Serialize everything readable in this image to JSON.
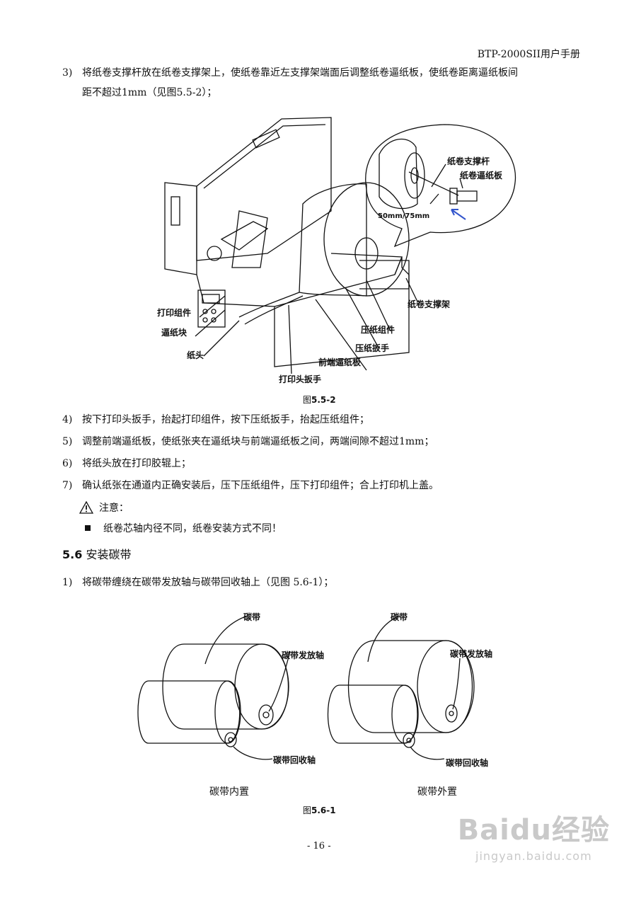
{
  "header": {
    "manual_title": "BTP-2000SII用户手册"
  },
  "steps_a": [
    {
      "num": "3)",
      "text": "将纸卷支撑杆放在纸卷支撑架上，使纸卷靠近左支撑架端面后调整纸卷逼纸板，使纸卷距离逼纸板间",
      "cont": "距不超过1mm（见图5.5-2）；"
    }
  ],
  "figure1": {
    "caption_prefix": "图",
    "caption_num": "5.5-2",
    "callouts": {
      "roll_rod": "纸卷支撑杆",
      "roll_guide": "纸卷逼纸板",
      "dimension": "50mm/75mm",
      "roll_holder": "纸卷支撑架",
      "print_assembly": "打印组件",
      "paper_block": "逼纸块",
      "paper_head": "纸头",
      "press_assembly": "压纸组件",
      "press_lever": "压纸扳手",
      "front_guide": "前端逼纸板",
      "head_lever": "打印头扳手"
    }
  },
  "steps_b": [
    {
      "num": "4)",
      "text": "按下打印头扳手，抬起打印组件，按下压纸扳手，抬起压纸组件；"
    },
    {
      "num": "5)",
      "text": "调整前端逼纸板，使纸张夹在逼纸块与前端逼纸板之间，两端间隙不超过1mm；"
    },
    {
      "num": "6)",
      "text": "将纸头放在打印胶辊上；"
    },
    {
      "num": "7)",
      "text": "确认纸张在通道内正确安装后，压下压纸组件，压下打印组件；合上打印机上盖。"
    }
  ],
  "note": {
    "label": "注意：",
    "bullet": "纸卷芯轴内径不同，纸卷安装方式不同！"
  },
  "section": {
    "number": "5.6",
    "title": "安装碳带"
  },
  "step_c": {
    "num": "1)",
    "text": "将碳带缠绕在碳带发放轴与碳带回收轴上（见图 5.6-1）；"
  },
  "figure2": {
    "left": {
      "ribbon": "碳带",
      "supply": "碳带发放轴",
      "rewind": "碳带回收轴",
      "caption": "碳带内置"
    },
    "right": {
      "ribbon": "碳带",
      "supply": "碳带发放轴",
      "rewind": "碳带回收轴",
      "caption": "碳带外置"
    },
    "caption_prefix": "图",
    "caption_num": "5.6-1"
  },
  "footer": {
    "page": "- 16 -"
  },
  "watermark": {
    "brand": "Baidu经验",
    "url": "jingyan.baidu.com"
  }
}
